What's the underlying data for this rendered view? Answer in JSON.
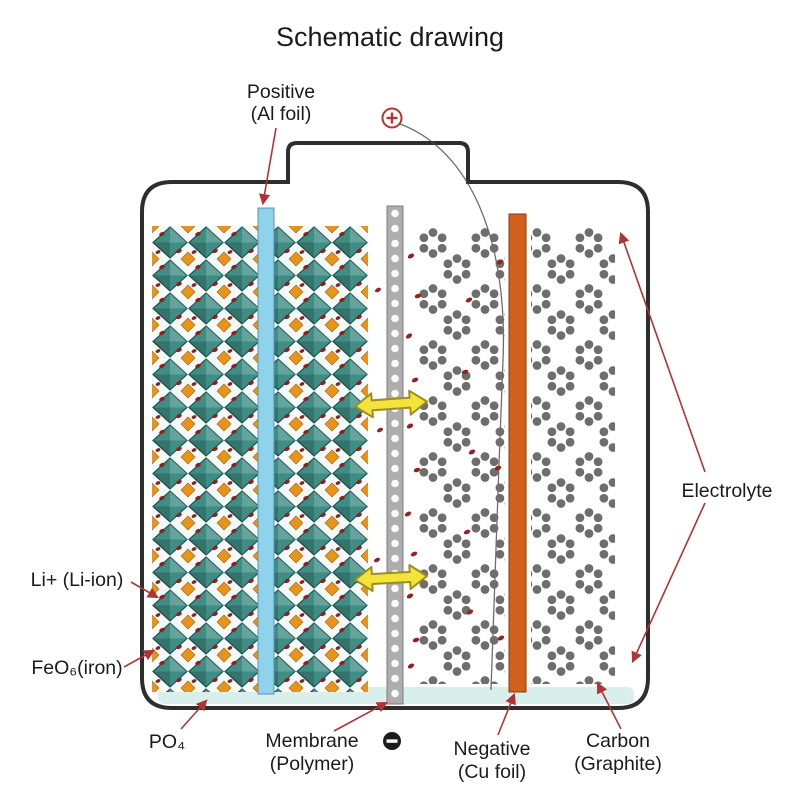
{
  "title": "Schematic drawing",
  "terminals": {
    "positive_symbol": "+",
    "negative_symbol": "−"
  },
  "labels": {
    "positive_line1": "Positive",
    "positive_line2": "(Al foil)",
    "li_ion": "Li+ (Li-ion)",
    "feo6": "FeO₆(iron)",
    "po4": "PO₄",
    "membrane_line1": "Membrane",
    "membrane_line2": "(Polymer)",
    "negative_line1": "Negative",
    "negative_line2": "(Cu foil)",
    "carbon_line1": "Carbon",
    "carbon_line2": "(Graphite)",
    "electrolyte": "Electrolyte"
  },
  "colors": {
    "outline": "#2e2e2e",
    "al_foil": "#8fd2ec",
    "cu_foil": "#d2601c",
    "membrane_gray": "#aeaeae",
    "graphite_gray": "#6e6e6e",
    "crystal_teal": "#3f8d84",
    "po4_orange": "#e8941c",
    "li_ion_red": "#8e1f1f",
    "ion_arrow_yellow": "#f3e33c",
    "label_arrow_red": "#b03434",
    "electrolyte_tint": "#d8efec"
  }
}
